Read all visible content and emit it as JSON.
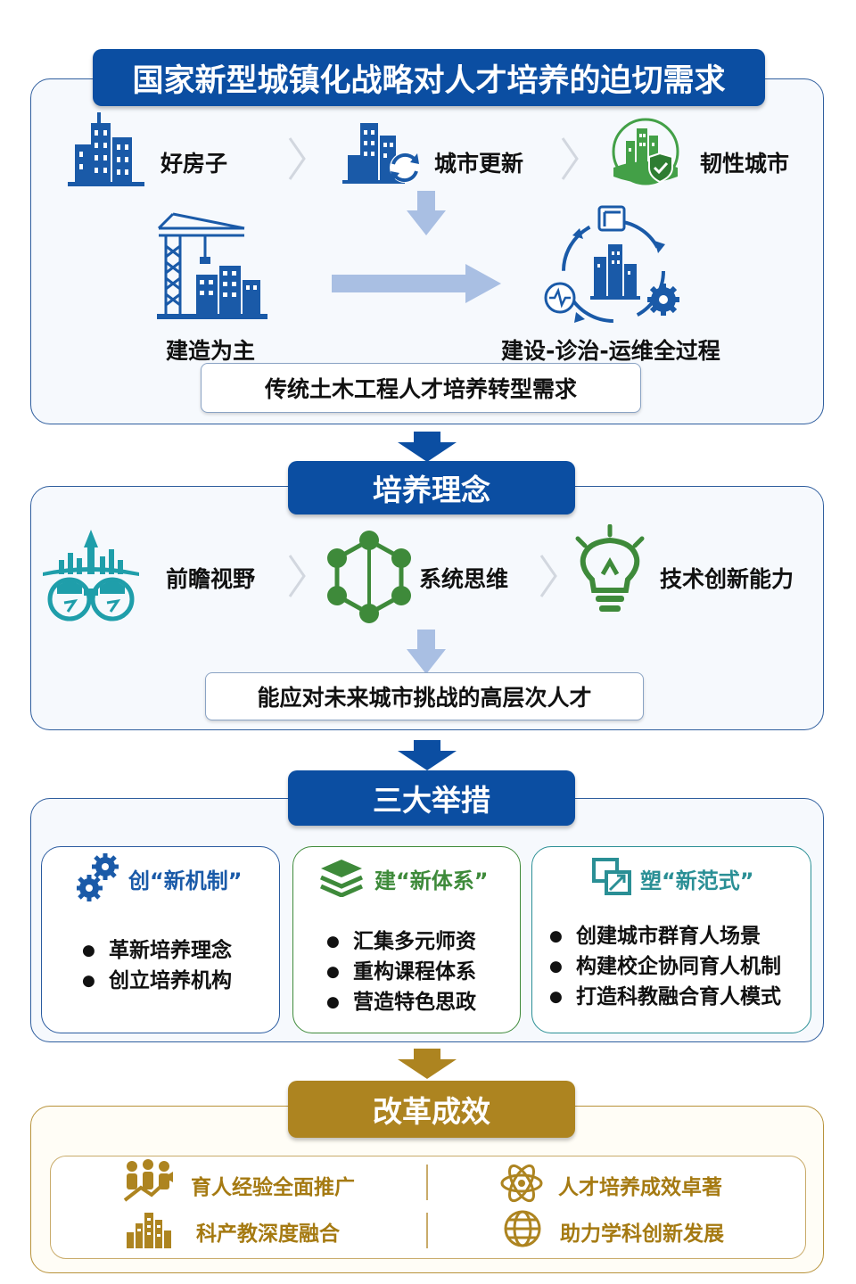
{
  "section1": {
    "title": "国家新型城镇化战略对人才培养的迫切需求",
    "items": [
      "好房子",
      "城市更新",
      "韧性城市"
    ],
    "left_label": "建造为主",
    "right_label": "建设-诊治-运维全过程",
    "box": "传统土木工程人才培养转型需求"
  },
  "section2": {
    "title": "培养理念",
    "items": [
      "前瞻视野",
      "系统思维",
      "技术创新能力"
    ],
    "box": "能应对未来城市挑战的高层次人才"
  },
  "section3": {
    "title": "三大举措",
    "cards": [
      {
        "prefix": "创",
        "quote": "“新机制”",
        "bullets": [
          "革新培养理念",
          "创立培养机构"
        ]
      },
      {
        "prefix": "建",
        "quote": "“新体系”",
        "bullets": [
          "汇集多元师资",
          "重构课程体系",
          "营造特色思政"
        ]
      },
      {
        "prefix": "塑",
        "quote": "“新范式”",
        "bullets": [
          "创建城市群育人场景",
          "构建校企协同育人机制",
          "打造科教融合育人模式"
        ]
      }
    ]
  },
  "section4": {
    "title": "改革成效",
    "items": [
      "育人经验全面推广",
      "人才培养成效卓著",
      "科产教深度融合",
      "助力学科创新发展"
    ]
  },
  "colors": {
    "blue": "#0b4ea2",
    "gold": "#ad8420",
    "green": "#3e8a3a",
    "teal": "#2a8f95",
    "arrow_light": "#a9bfe3"
  }
}
